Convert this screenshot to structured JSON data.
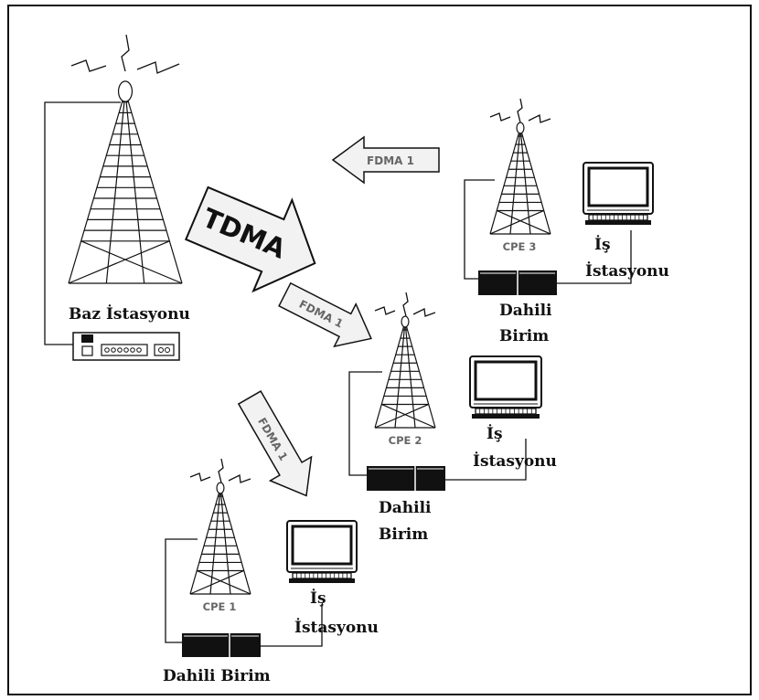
{
  "base_station": {
    "label": "Baz İstasyonu"
  },
  "arrows": {
    "tdma": "TDMA",
    "fdma_top": "FDMA 1",
    "fdma_middle": "FDMA 1",
    "fdma_bottom": "FDMA 1"
  },
  "cpe1": {
    "label": "CPE 1",
    "unit_label": "Dahili Birim",
    "workstation_line1": "İş",
    "workstation_line2": "İstasyonu"
  },
  "cpe2": {
    "label": "CPE 2",
    "unit_line1": "Dahili",
    "unit_line2": "Birim",
    "workstation_line1": "İş",
    "workstation_line2": "İstasyonu"
  },
  "cpe3": {
    "label": "CPE 3",
    "unit_line1": "Dahili",
    "unit_line2": "Birim",
    "workstation_line1": "İş",
    "workstation_line2": "İstasyonu"
  },
  "colors": {
    "line": "#111111",
    "background": "#ffffff",
    "arrow_fill": "#f2f2f2",
    "label_gray": "#666666"
  }
}
